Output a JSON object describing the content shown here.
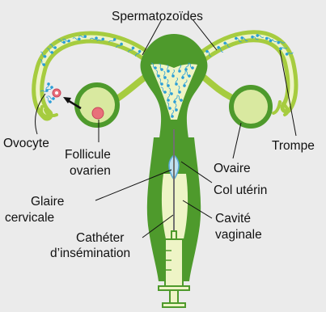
{
  "labels": {
    "sperm": "Spermatozoïdes",
    "oocyte": "Ovocyte",
    "follicle_1": "Follicule",
    "follicle_2": "ovarien",
    "tube": "Trompe",
    "ovary": "Ovaire",
    "cervix": "Col utérin",
    "mucus_1": "Glaire",
    "mucus_2": "cervicale",
    "vagina_1": "Cavité",
    "vagina_2": "vaginale",
    "catheter_1": "Cathéter",
    "catheter_2": "d’insémination"
  },
  "colors": {
    "background": "#ebebeb",
    "tissue": "#4e9a2c",
    "tissue_light": "#a6cc3f",
    "cavity": "#eef4c6",
    "ovary": "#d9e9a0",
    "sperm": "#2b9ed8",
    "follicle": "#e8707a",
    "leader": "#111111"
  }
}
